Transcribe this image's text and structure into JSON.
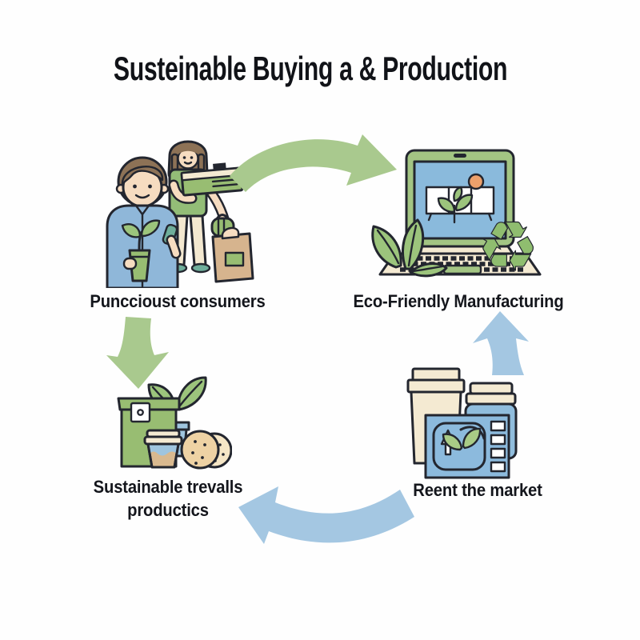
{
  "title": "Susteinable Buying a & Production",
  "nodes": [
    {
      "id": "consumers",
      "label": "Punccioust consumers",
      "illustration": "shoppers-with-plant-and-bag"
    },
    {
      "id": "manufacturing",
      "label": "Eco-Friendly Manufacturing",
      "illustration": "laptop-leaves-recycle"
    },
    {
      "id": "products",
      "label": "Sustainable trevalls productics",
      "label_lines": [
        "Sustainable trevalls",
        "productics"
      ],
      "illustration": "green-box-plant-cup-cookies"
    },
    {
      "id": "market",
      "label": "Reent the market",
      "illustration": "cups-jar-eco-label"
    }
  ],
  "arrows": [
    {
      "id": "consumers-to-manufacturing",
      "direction": "curved-right",
      "color": "#a9c98e"
    },
    {
      "id": "consumers-to-products",
      "direction": "down",
      "color": "#a9c98e"
    },
    {
      "id": "market-to-manufacturing",
      "direction": "up",
      "color": "#a4c7e2"
    },
    {
      "id": "market-to-products",
      "direction": "curved-left",
      "color": "#a4c7e2"
    }
  ],
  "icons": [
    "recycle-icon",
    "leaf-icon",
    "plant-pot-icon",
    "laptop-icon",
    "shopping-bag-icon",
    "coffee-cup-icon",
    "jar-icon",
    "cookie-icon"
  ],
  "colors": {
    "ink": "#23262f",
    "green-arrow": "#a9c98e",
    "blue-arrow": "#a4c7e2",
    "skin": "#f6dcc0",
    "hair": "#8d7256",
    "shirt-blue": "#8fb7d9",
    "shirt-green": "#93bd77",
    "pants": "#f3e8d0",
    "shoe-teal": "#6fae9b",
    "bag-brown": "#d6b48e",
    "laptop-green": "#a3c583",
    "screen-blue": "#8abadc",
    "cream": "#f4ead2",
    "leaf-green": "#9cc47c",
    "recycle-green": "#8fbd6f",
    "box-green": "#98bd72",
    "pot-blue": "#9fc5df",
    "cup-tan": "#d9b98f",
    "cookie-tan": "#eed2a4",
    "cookie-light": "#f5e6c6",
    "jar-blue": "#90bddd",
    "card-blue": "#8cbadd",
    "card-leaf": "#a9cb86",
    "orange": "#eda06b",
    "white": "#ffffff"
  }
}
